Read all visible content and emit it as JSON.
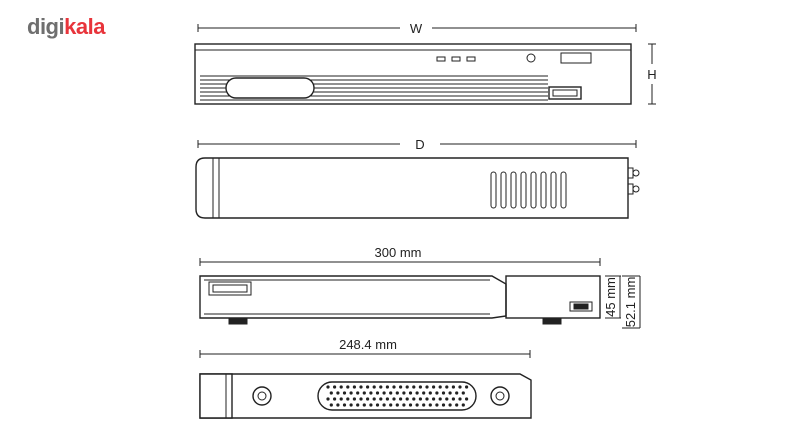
{
  "brand": {
    "part1": "digi",
    "part2": "kala",
    "color_gray": "#6f6f6f",
    "color_red": "#e8343b"
  },
  "labels": {
    "width": "W",
    "height": "H",
    "depth": "D",
    "length_300": "300 mm",
    "height_45": "45 mm",
    "height_52": "52.1 mm",
    "length_248": "248.4 mm"
  }
}
